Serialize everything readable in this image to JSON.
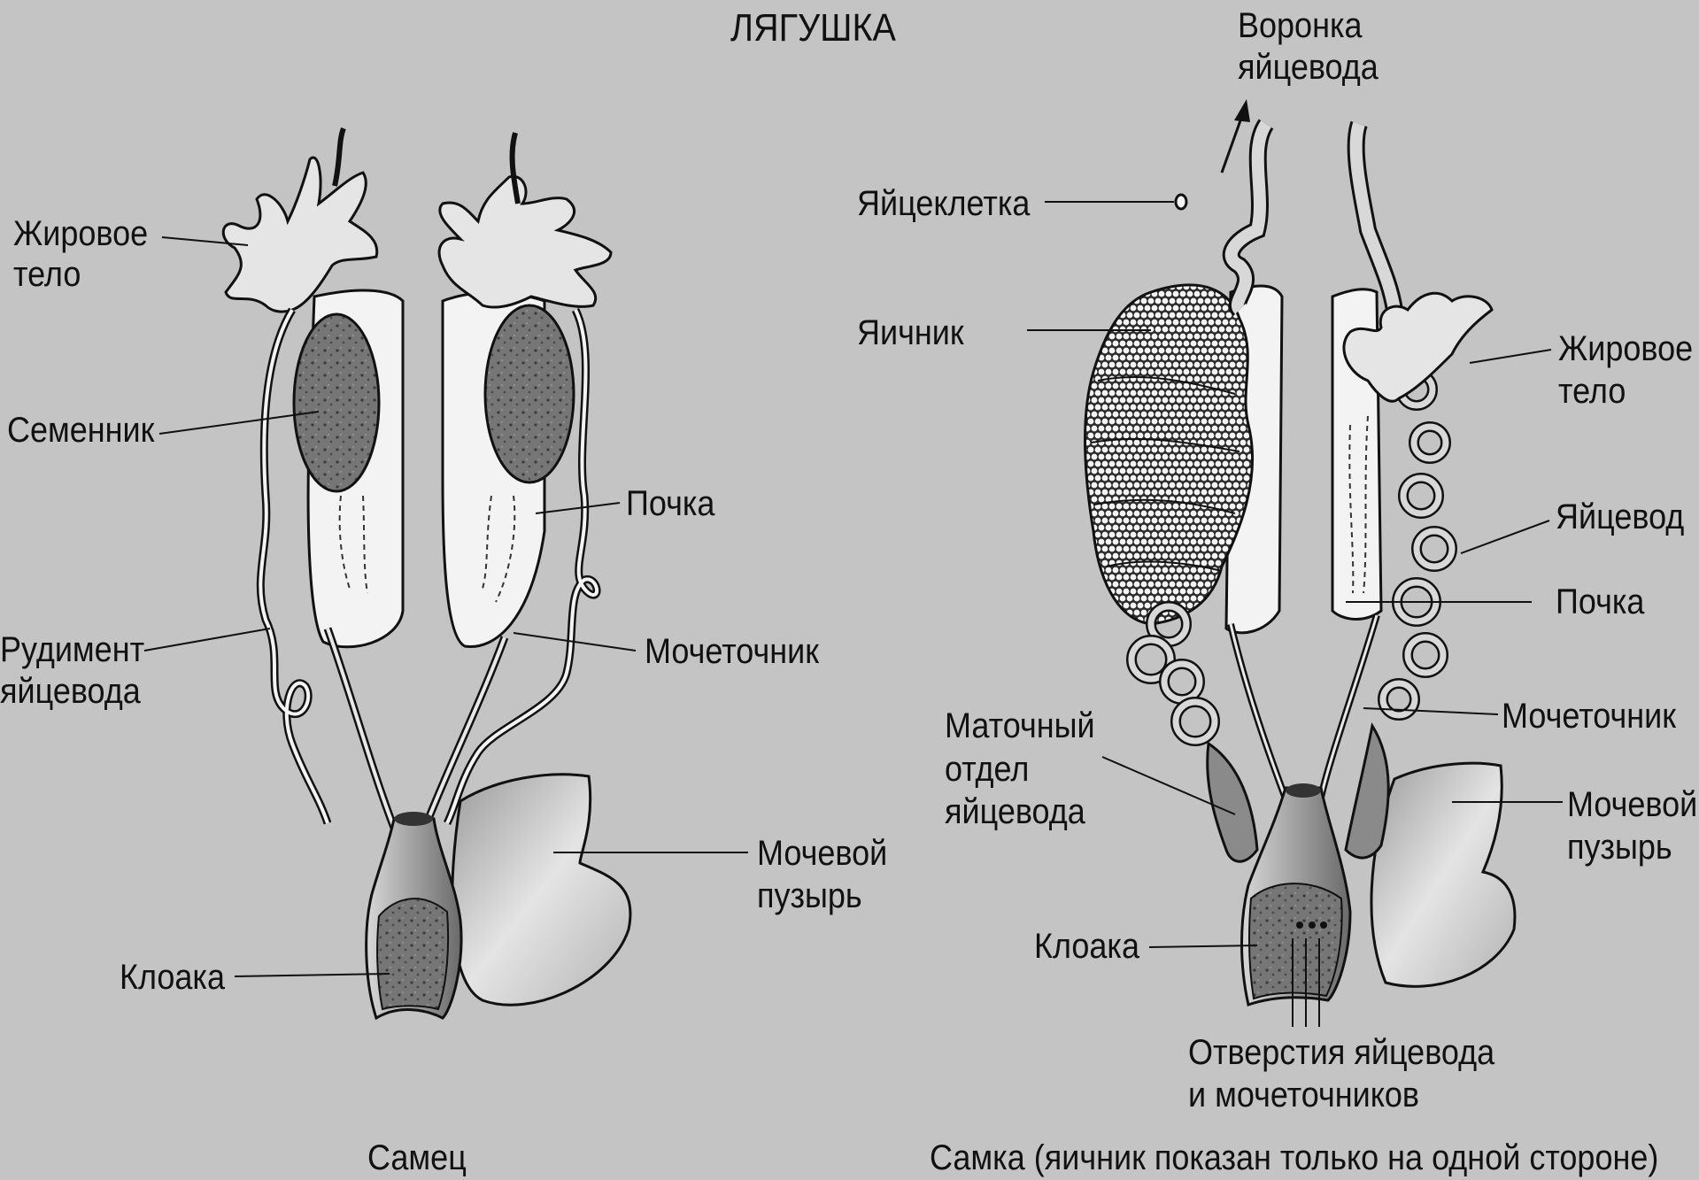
{
  "title": "ЛЯГУШКА",
  "male": {
    "caption": "Самец",
    "labels": {
      "fat_body_1": "Жировое",
      "fat_body_2": "тело",
      "testis": "Семенник",
      "oviduct_rudiment_1": "Рудимент",
      "oviduct_rudiment_2": "яйцевода",
      "kidney": "Почка",
      "ureter": "Мочеточник",
      "bladder_1": "Мочевой",
      "bladder_2": "пузырь",
      "cloaca": "Клоака"
    }
  },
  "female": {
    "caption": "Самка (яичник показан только на одной стороне)",
    "labels": {
      "funnel_1": "Воронка",
      "funnel_2": "яйцевода",
      "egg": "Яйцеклетка",
      "ovary": "Яичник",
      "fat_body_1": "Жировое",
      "fat_body_2": "тело",
      "oviduct": "Яйцевод",
      "kidney": "Почка",
      "ureter": "Мочеточник",
      "uterus_1": "Маточный",
      "uterus_2": "отдел",
      "uterus_3": "яйцевода",
      "bladder_1": "Мочевой",
      "bladder_2": "пузырь",
      "cloaca": "Клоака",
      "openings_1": "Отверстия яйцевода",
      "openings_2": "и мочеточников"
    }
  },
  "colors": {
    "background": "#c4c4c4",
    "ink": "#111111",
    "organ_dark": "#6e6e6e",
    "organ_light": "#f2f2f2",
    "bladder": "#d9d9d9"
  }
}
